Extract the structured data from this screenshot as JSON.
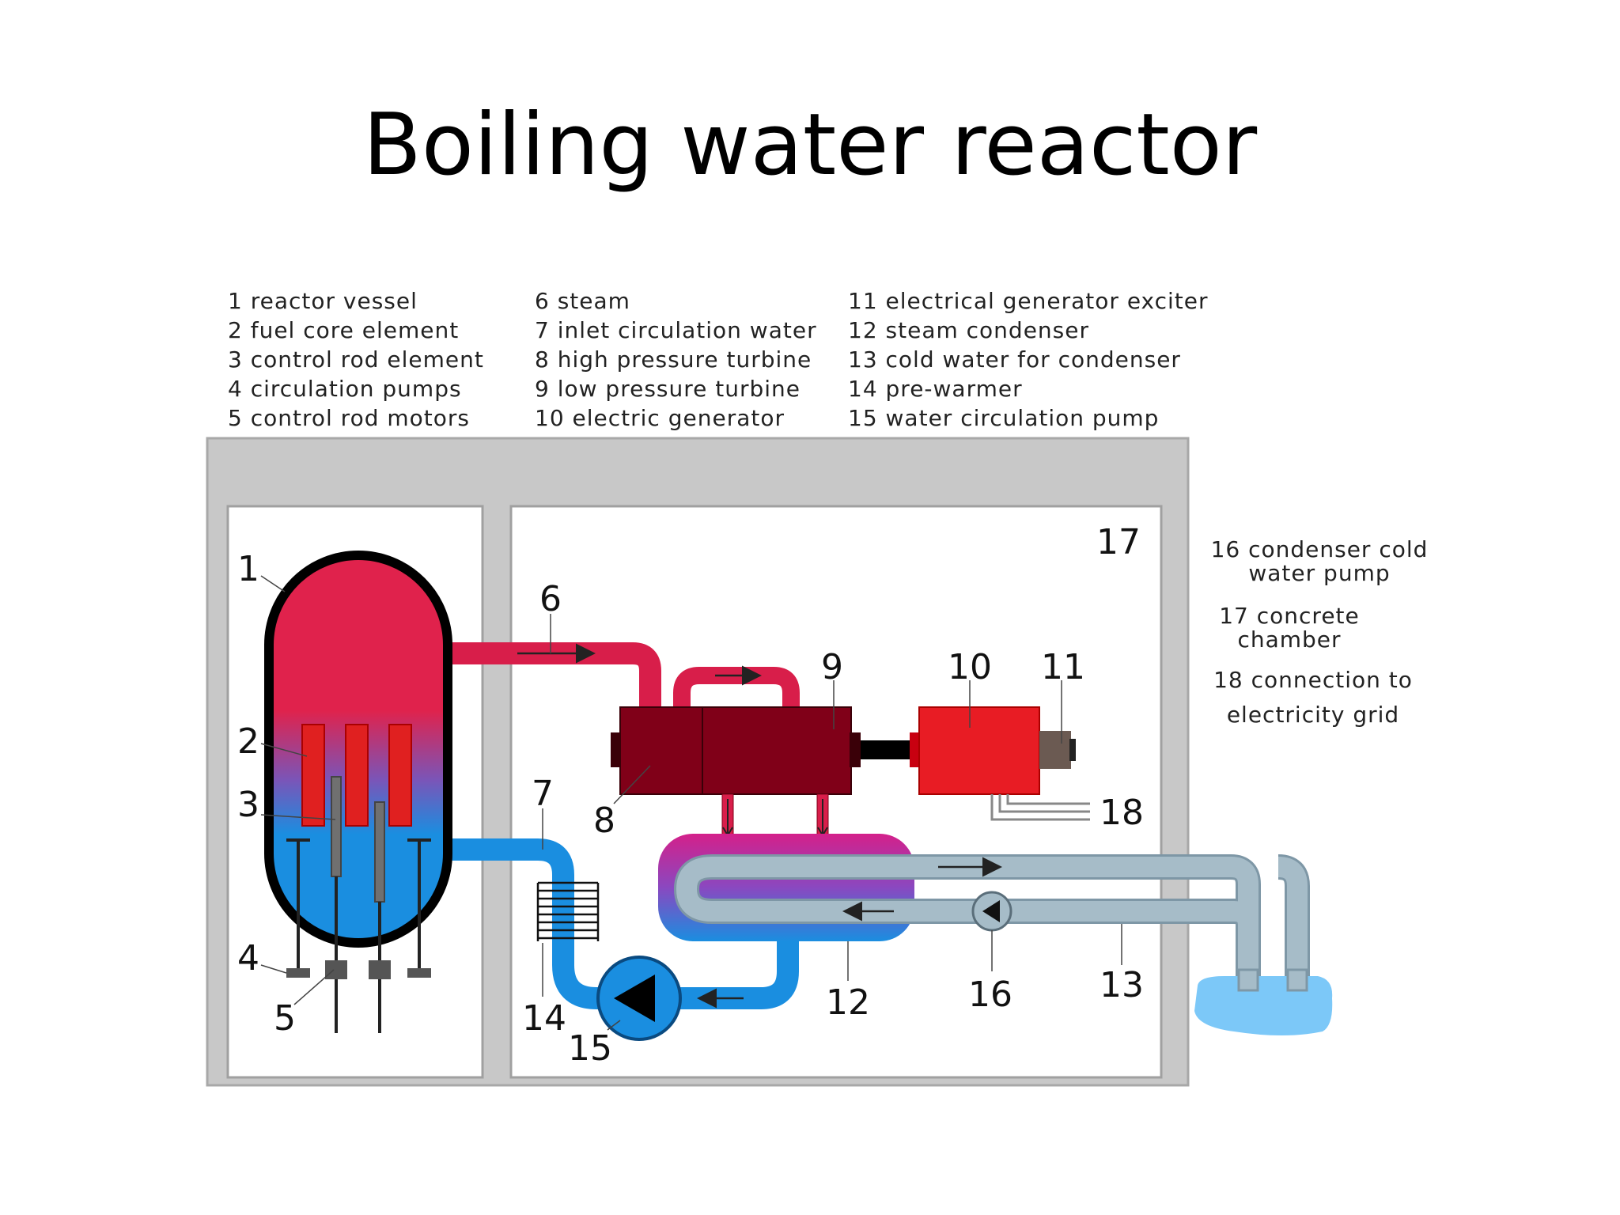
{
  "title": "Boiling water reactor",
  "legend": {
    "col1": [
      "1 reactor vessel",
      "2 fuel core element",
      "3 control rod element",
      "4 circulation pumps",
      "5 control rod motors"
    ],
    "col2": [
      "6 steam",
      "7 inlet circulation water",
      "8 high pressure turbine",
      "9 low pressure turbine",
      "10 electric generator"
    ],
    "col3": [
      "11 electrical generator exciter",
      "12 steam condenser",
      "13 cold water for condenser",
      "14 pre-warmer",
      "15 water circulation pump"
    ]
  },
  "side_notes": {
    "n16_line1": "16 condenser cold",
    "n16_line2": "water pump",
    "n17_line1": "17 concrete",
    "n17_line2": "chamber",
    "n18_line1": "18 connection to",
    "n18_line2": "electricity grid"
  },
  "numbers": {
    "n1": "1",
    "n2": "2",
    "n3": "3",
    "n4": "4",
    "n5": "5",
    "n6": "6",
    "n7": "7",
    "n8": "8",
    "n9": "9",
    "n10": "10",
    "n11": "11",
    "n12": "12",
    "n13": "13",
    "n14": "14",
    "n15": "15",
    "n16": "16",
    "n17": "17",
    "n18": "18"
  },
  "colors": {
    "steam_red": "#d81e4a",
    "water_blue": "#1a8ee0",
    "turbine": "#800018",
    "generator": "#e81c24",
    "exciter": "#6b5a52",
    "cooling_pipe": "#a6bcc8",
    "lake": "#7cc8f8",
    "chamber_gray": "#c8c8c8"
  }
}
